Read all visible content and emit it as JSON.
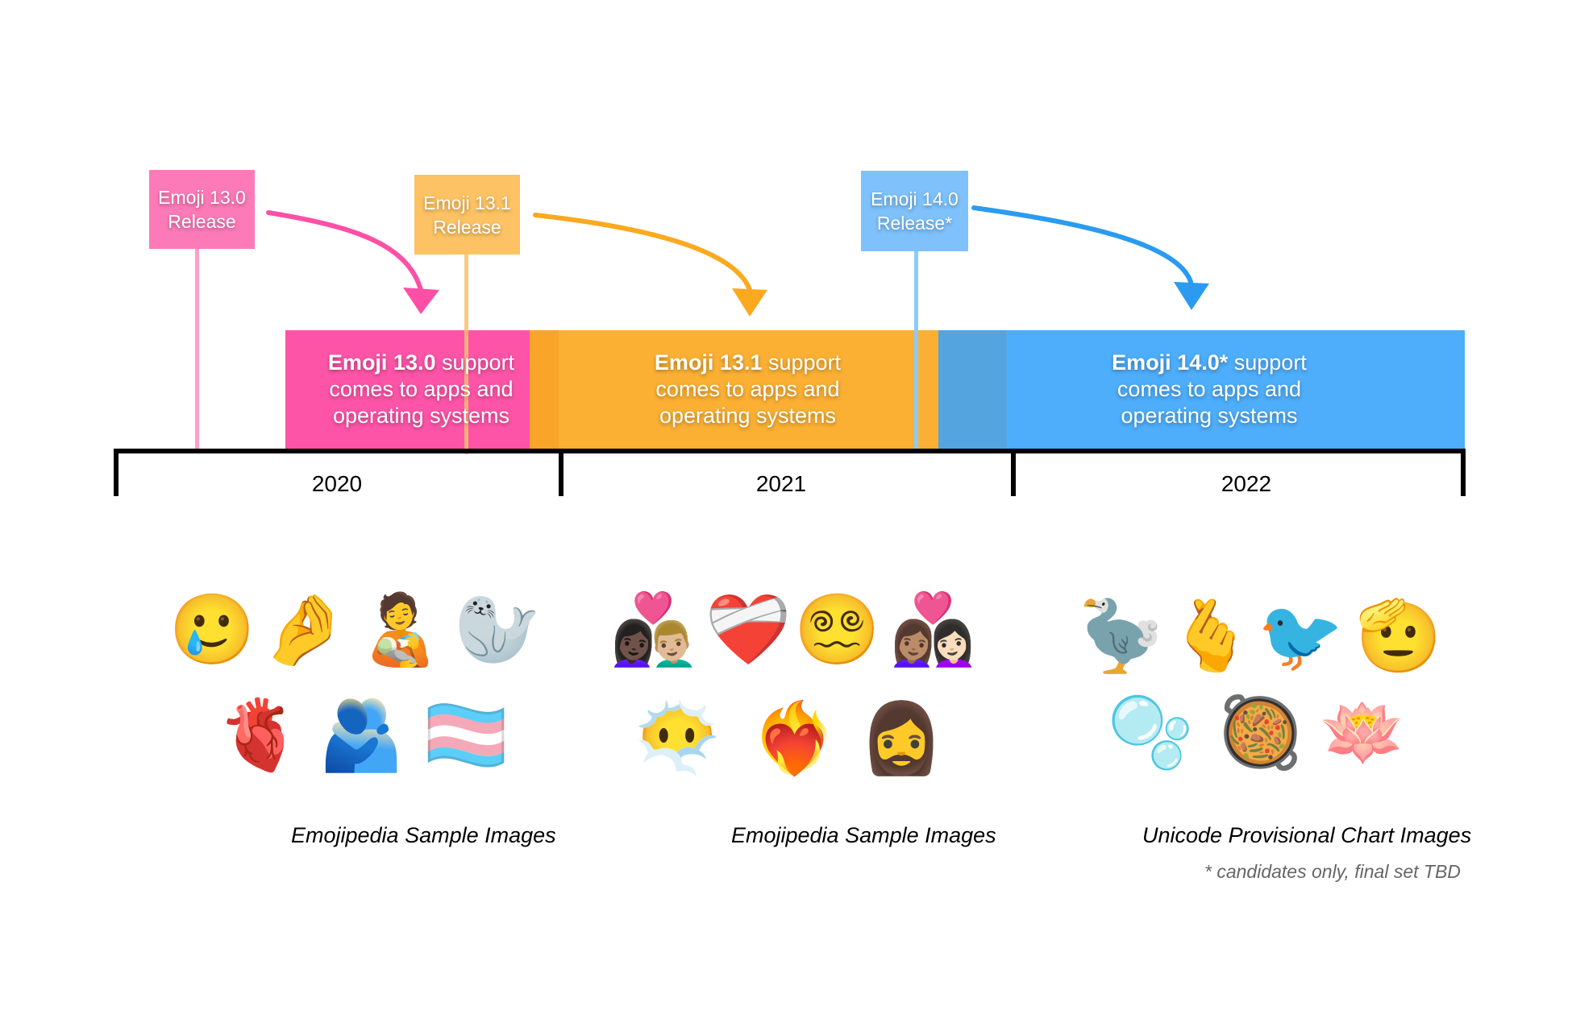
{
  "colors": {
    "pink": "#fe54a8",
    "pink_light": "#fd7ab8",
    "orange": "#fbb033",
    "orange_light": "#fcc263",
    "orange_overlap": "#f9a52a",
    "blue": "#4eaefb",
    "blue_light": "#7ec1fb",
    "blue_overlap": "#54a5df"
  },
  "releases": [
    {
      "line1": "Emoji 13.0",
      "line2": "Release"
    },
    {
      "line1": "Emoji 13.1",
      "line2": "Release"
    },
    {
      "line1": "Emoji 14.0",
      "line2": "Release*"
    }
  ],
  "support_bands": [
    {
      "bold": "Emoji 13.0",
      "rest1": " support",
      "line2": "comes to apps and",
      "line3": "operating systems"
    },
    {
      "bold": "Emoji 13.1",
      "rest1": " support",
      "line2": "comes to apps and",
      "line3": "operating systems"
    },
    {
      "bold": "Emoji 14.0*",
      "rest1": " support",
      "line2": "comes to apps and",
      "line3": "operating systems"
    }
  ],
  "timeline": {
    "years": [
      "2020",
      "2021",
      "2022"
    ]
  },
  "emoji_groups": [
    {
      "row1": [
        "🥲",
        "🤌",
        "🧑‍🍼",
        "🦭"
      ],
      "row2": [
        "🫀",
        "🫂",
        "🏳️‍⚧️"
      ],
      "row1_names": [
        "smiling-face-with-tear",
        "pinched-fingers",
        "person-feeding-baby",
        "seal"
      ],
      "row2_names": [
        "anatomical-heart",
        "people-hugging",
        "transgender-flag"
      ],
      "caption": "Emojipedia Sample Images"
    },
    {
      "row1": [
        "👩🏿‍❤️‍👨🏼",
        "❤️‍🩹",
        "😵‍💫",
        "👩🏽‍❤️‍👩🏻"
      ],
      "row2": [
        "😶‍🌫️",
        "❤️‍🔥",
        "🧔‍♀️"
      ],
      "row1_names": [
        "couple-with-heart",
        "mending-heart",
        "face-with-spiral-eyes",
        "couple-with-heart-women"
      ],
      "row2_names": [
        "face-in-clouds",
        "heart-on-fire",
        "woman-beard"
      ],
      "caption": "Emojipedia Sample Images"
    },
    {
      "row1": [
        "🦤",
        "🫰",
        "🐦",
        "🫡"
      ],
      "row2": [
        "🫧",
        "🥘",
        "🪷"
      ],
      "row1_names": [
        "vulture",
        "hand-with-index-finger-and-thumb-crossed",
        "blackbird",
        "saluting-face"
      ],
      "row2_names": [
        "bubbles",
        "saucepan",
        "lotus"
      ],
      "caption": "Unicode Provisional Chart Images"
    }
  ],
  "footnote": "* candidates only, final set TBD"
}
